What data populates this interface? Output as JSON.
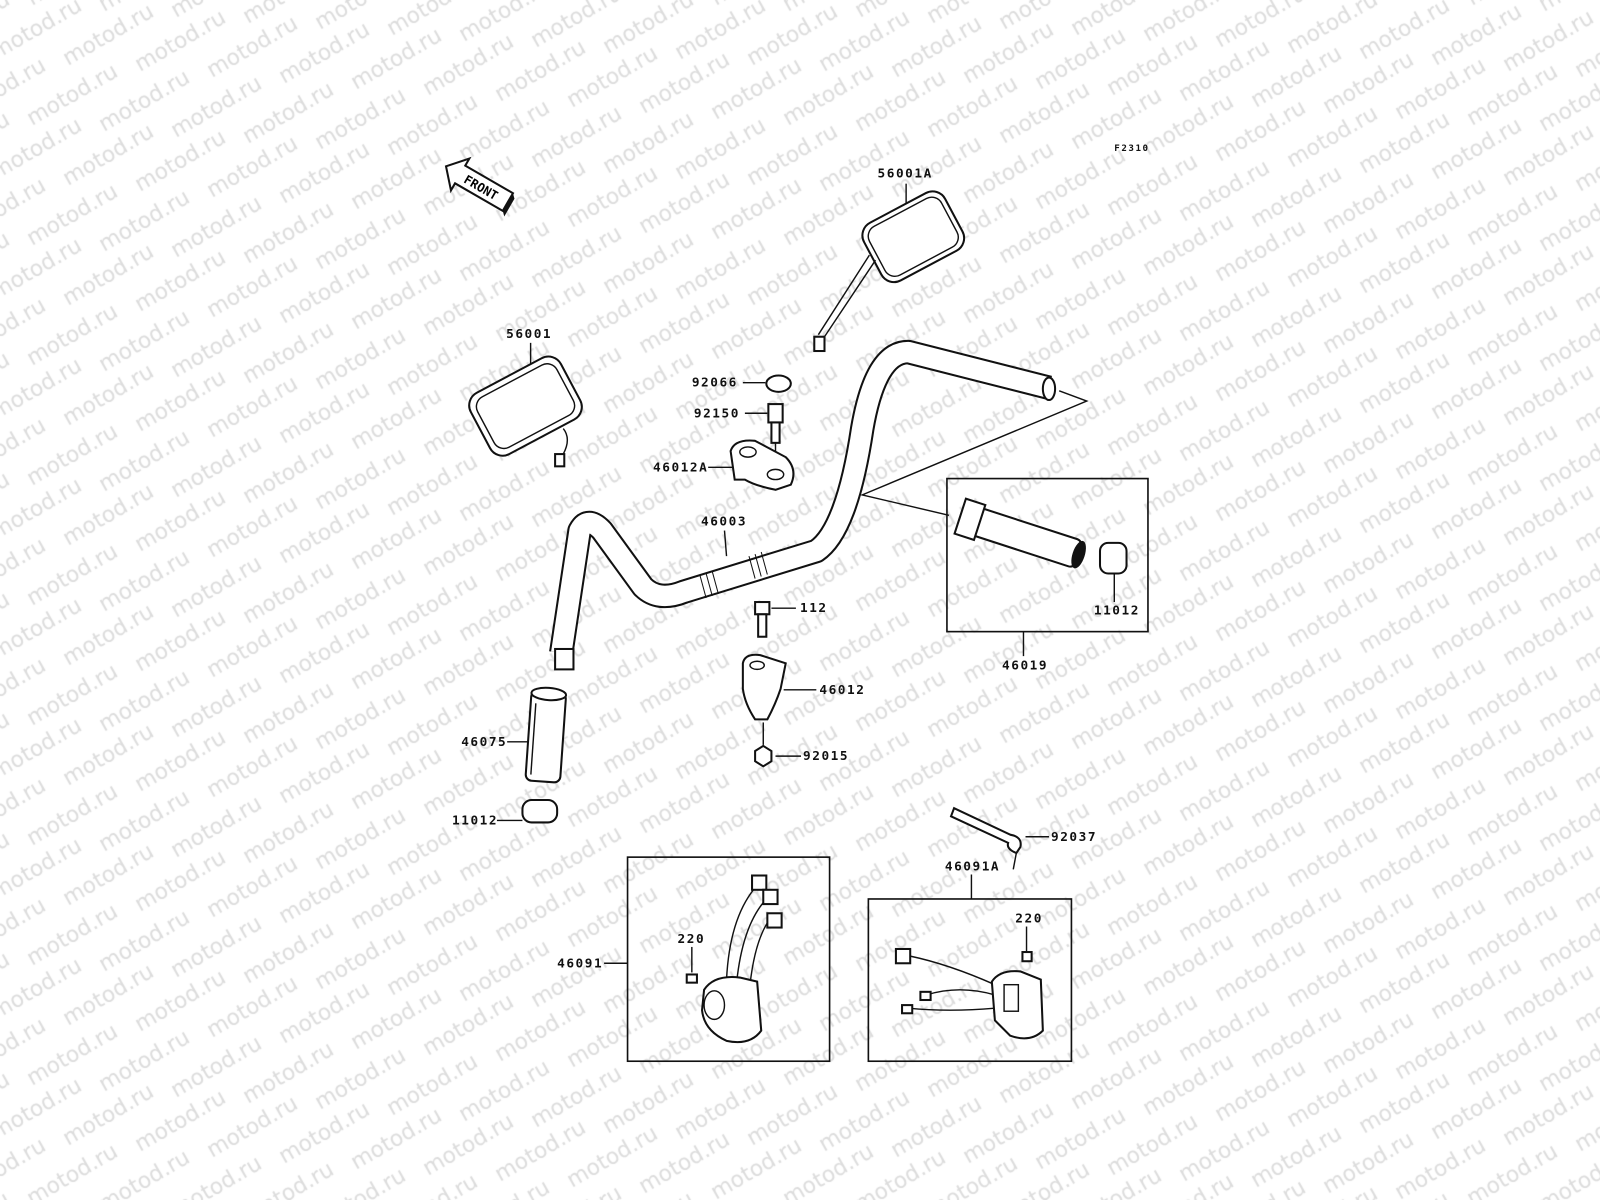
{
  "watermark": "motod.ru",
  "figure_code": "F2310",
  "front_arrow": "FRONT",
  "labels": {
    "mirror_right": "56001A",
    "mirror_left": "56001",
    "cap": "92066",
    "bolt_upper": "92150",
    "holder_upper": "46012A",
    "handlebar": "46003",
    "bolt_lower": "112",
    "holder_lower": "46012",
    "nut": "92015",
    "grip_left": "46075",
    "end_cap_left": "11012",
    "grip_right_assy": "46019",
    "end_cap_right": "11012",
    "clamp": "92037",
    "switch_right": "46091A",
    "screw_right": "220",
    "switch_left": "46091",
    "screw_left": "220"
  }
}
